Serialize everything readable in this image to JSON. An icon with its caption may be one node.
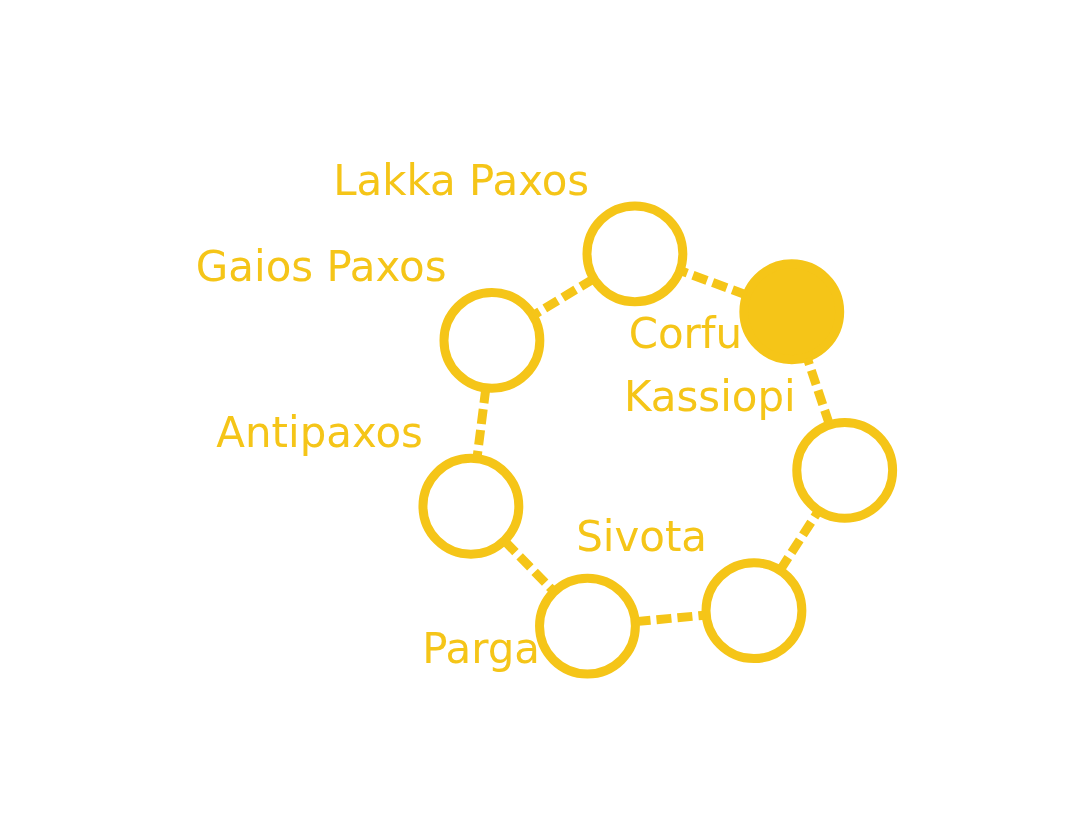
{
  "diagram": {
    "nodes": [
      {
        "text": [],
        "shape": "circle",
        "beside": [
          "Kassiopi"
        ]
      },
      {
        "text": [],
        "shape": "circle",
        "beside": [
          "Corfu"
        ]
      },
      {
        "text": [],
        "shape": "circle",
        "beside": [
          "Sivota"
        ]
      },
      {
        "text": [],
        "shape": "circle",
        "beside": [
          "Lakka Paxos"
        ]
      },
      {
        "text": [],
        "shape": "circle",
        "beside": [
          "Parga"
        ]
      },
      {
        "text": [],
        "shape": "circle",
        "beside": [
          "Gaios Paxos"
        ]
      },
      {
        "text": [],
        "shape": "circle",
        "beside": [
          "Antipaxos"
        ]
      }
    ],
    "edges": [
      {
        "from": 0,
        "to": 1,
        "arrow": "none",
        "style": "dashed"
      },
      {
        "from": 1,
        "to": 3,
        "arrow": "none",
        "style": "dashed"
      },
      {
        "from": 3,
        "to": 5,
        "arrow": "none",
        "style": "dashed"
      },
      {
        "from": 5,
        "to": 6,
        "arrow": "none",
        "style": "dashed"
      },
      {
        "from": 6,
        "to": 4,
        "arrow": "none",
        "style": "dashed"
      },
      {
        "from": 4,
        "to": 2,
        "arrow": "none",
        "style": "dashed"
      },
      {
        "from": 2,
        "to": 0,
        "arrow": "none",
        "style": "dashed"
      }
    ]
  }
}
